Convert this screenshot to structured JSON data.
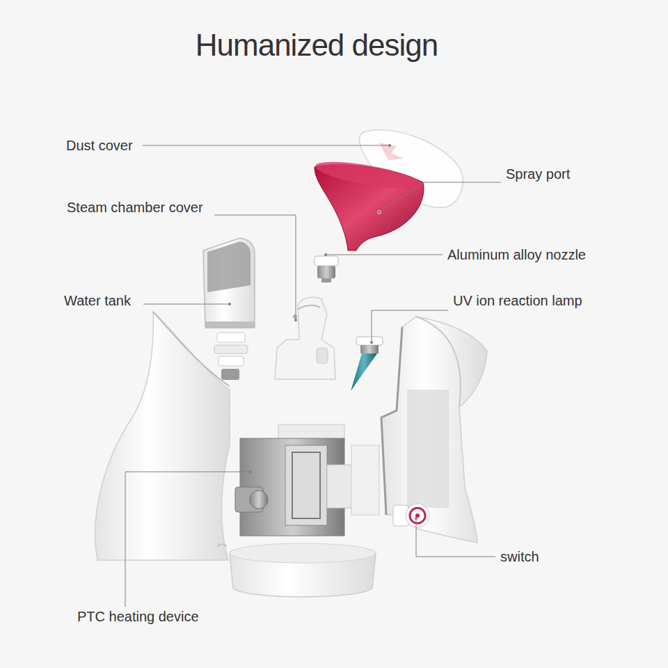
{
  "diagram": {
    "title": "Humanized design",
    "labels": [
      "Dust cover",
      "Spray port",
      "Steam chamber cover",
      "Aluminum alloy nozzle",
      "Water tank",
      "UV ion reaction lamp",
      "switch",
      "PTC heating device"
    ]
  }
}
